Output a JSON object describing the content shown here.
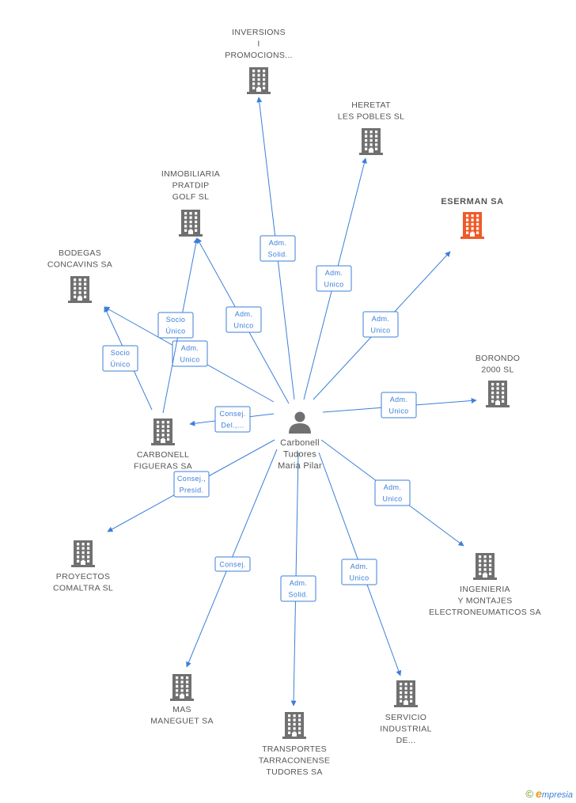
{
  "colors": {
    "edge": "#3b7fd9",
    "building": "#707070",
    "focus_building": "#f05a28",
    "person": "#707070",
    "label": "#555555"
  },
  "center": {
    "id": "carbonell",
    "lines": [
      "Carbonell",
      "Tudores",
      "Maria Pilar"
    ],
    "icon": "person-icon"
  },
  "nodes": [
    {
      "id": "inversions",
      "lines": [
        "INVERSIONS",
        "I",
        "PROMOCIONS..."
      ],
      "icon": "building-icon"
    },
    {
      "id": "heretat",
      "lines": [
        "HERETAT",
        "LES POBLES SL"
      ],
      "icon": "building-icon"
    },
    {
      "id": "eserman",
      "lines": [
        "ESERMAN SA"
      ],
      "icon": "building-icon",
      "focus": true
    },
    {
      "id": "inmobiliaria",
      "lines": [
        "INMOBILIARIA",
        "PRATDIP",
        "GOLF SL"
      ],
      "icon": "building-icon"
    },
    {
      "id": "bodegas",
      "lines": [
        "BODEGAS",
        "CONCAVINS SA"
      ],
      "icon": "building-icon"
    },
    {
      "id": "borondo",
      "lines": [
        "BORONDO",
        "2000 SL"
      ],
      "icon": "building-icon"
    },
    {
      "id": "carbonell_figueras",
      "lines": [
        "CARBONELL",
        "FIGUERAS SA"
      ],
      "icon": "building-icon"
    },
    {
      "id": "proyectos",
      "lines": [
        "PROYECTOS",
        "COMALTRA SL"
      ],
      "icon": "building-icon"
    },
    {
      "id": "ingenieria",
      "lines": [
        "INGENIERIA",
        "Y MONTAJES",
        "ELECTRONEUMATICOS SA"
      ],
      "icon": "building-icon"
    },
    {
      "id": "mas",
      "lines": [
        "MAS",
        "MANEGUET SA"
      ],
      "icon": "building-icon"
    },
    {
      "id": "transportes",
      "lines": [
        "TRANSPORTES",
        "TARRACONENSE",
        "TUDORES SA"
      ],
      "icon": "building-icon"
    },
    {
      "id": "servicio",
      "lines": [
        "SERVICIO",
        "INDUSTRIAL",
        "DE..."
      ],
      "icon": "building-icon"
    }
  ],
  "edges": [
    {
      "from": "carbonell",
      "to": "inversions",
      "label": [
        "Adm.",
        "Solid."
      ]
    },
    {
      "from": "carbonell",
      "to": "heretat",
      "label": [
        "Adm.",
        "Unico"
      ]
    },
    {
      "from": "carbonell",
      "to": "eserman",
      "label": [
        "Adm.",
        "Unico"
      ]
    },
    {
      "from": "carbonell",
      "to": "inmobiliaria",
      "label": [
        "Adm.",
        "Unico"
      ]
    },
    {
      "from": "carbonell",
      "to": "bodegas",
      "label": [
        "Adm.",
        "Unico"
      ]
    },
    {
      "from": "carbonell",
      "to": "borondo",
      "label": [
        "Adm.",
        "Unico"
      ]
    },
    {
      "from": "carbonell",
      "to": "carbonell_figueras",
      "label": [
        "Consej.",
        "Del.,..."
      ]
    },
    {
      "from": "carbonell",
      "to": "proyectos",
      "label": [
        "Consej.,",
        "Presid."
      ]
    },
    {
      "from": "carbonell",
      "to": "ingenieria",
      "label": [
        "Adm.",
        "Unico"
      ]
    },
    {
      "from": "carbonell",
      "to": "mas",
      "label": [
        "Consej."
      ]
    },
    {
      "from": "carbonell",
      "to": "transportes",
      "label": [
        "Adm.",
        "Solid."
      ]
    },
    {
      "from": "carbonell",
      "to": "servicio",
      "label": [
        "Adm.",
        "Unico"
      ]
    },
    {
      "from": "carbonell_figueras",
      "to": "inmobiliaria",
      "label": [
        "Socio",
        "Único"
      ]
    },
    {
      "from": "carbonell_figueras",
      "to": "bodegas",
      "label": [
        "Socio",
        "Único"
      ]
    }
  ],
  "watermark": {
    "symbol": "©",
    "brand_initial": "e",
    "brand_rest": "mpresia"
  }
}
